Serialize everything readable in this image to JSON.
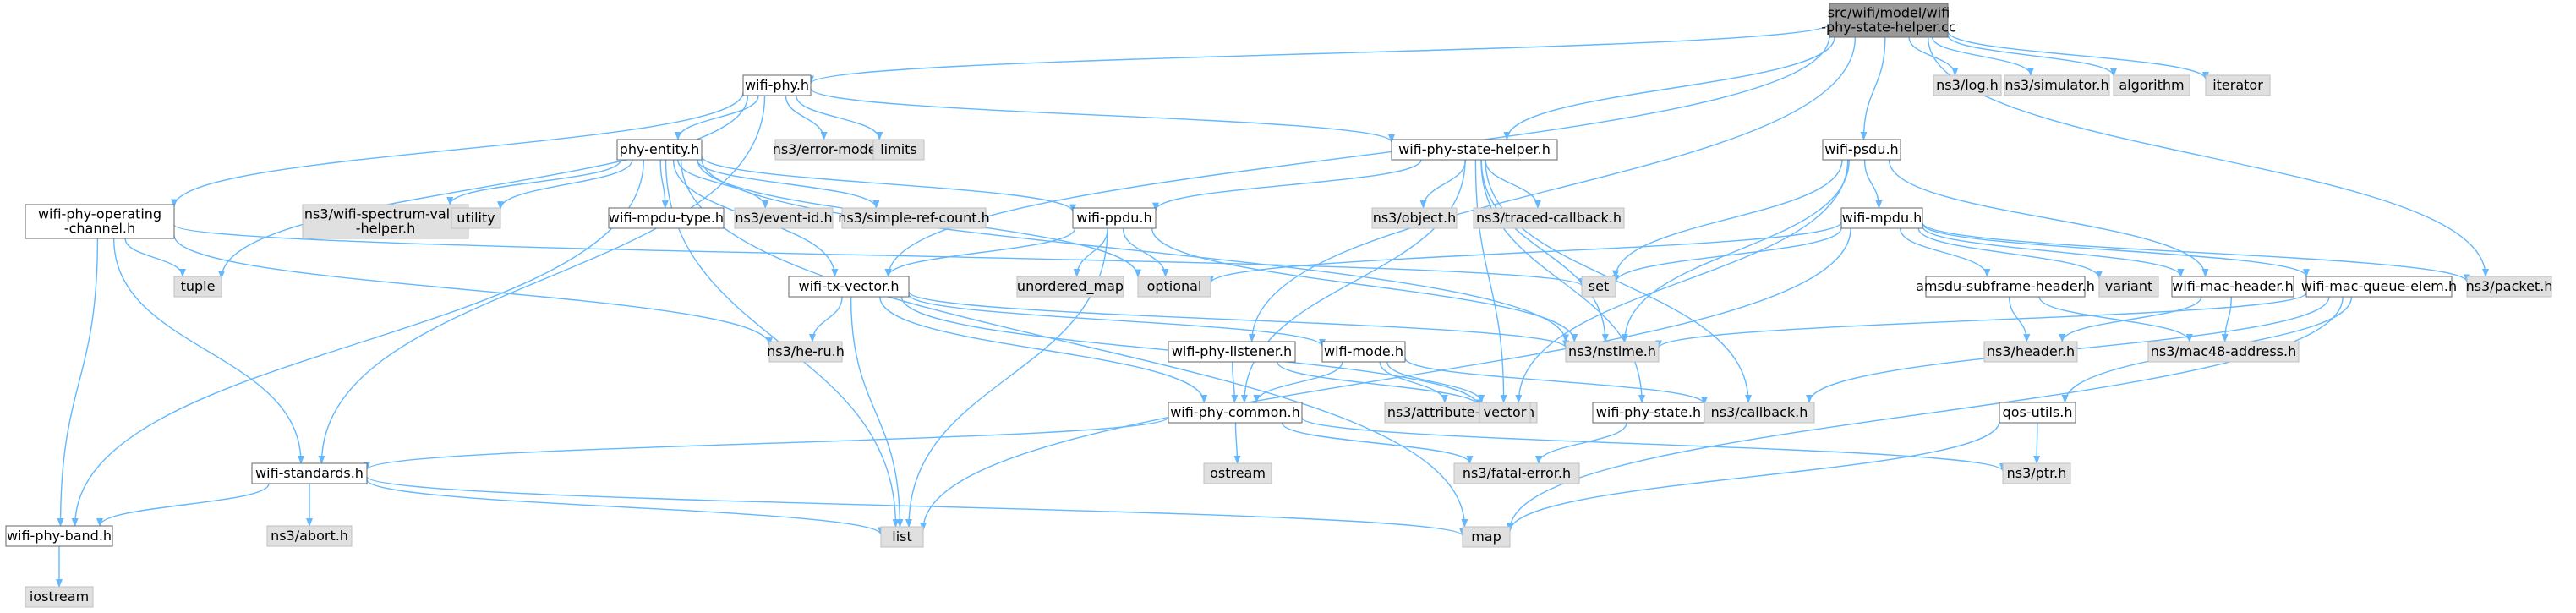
{
  "colors": {
    "root_fill": "#999999",
    "local_fill": "#ffffff",
    "system_fill": "#e0e0e0",
    "border": "#666666",
    "edge": "#63b8ff"
  },
  "nodes": [
    {
      "id": "root",
      "type": "root",
      "lines": [
        "src/wifi/model/wifi",
        "-phy-state-helper.cc"
      ]
    },
    {
      "id": "wifi-phy",
      "type": "local",
      "lines": [
        "wifi-phy.h"
      ]
    },
    {
      "id": "log",
      "type": "system",
      "lines": [
        "ns3/log.h"
      ]
    },
    {
      "id": "simulator",
      "type": "system",
      "lines": [
        "ns3/simulator.h"
      ]
    },
    {
      "id": "algorithm",
      "type": "system",
      "lines": [
        "algorithm"
      ]
    },
    {
      "id": "iterator",
      "type": "system",
      "lines": [
        "iterator"
      ]
    },
    {
      "id": "phy-entity",
      "type": "local",
      "lines": [
        "phy-entity.h"
      ]
    },
    {
      "id": "error-model",
      "type": "system",
      "lines": [
        "ns3/error-model.h"
      ]
    },
    {
      "id": "limits",
      "type": "system",
      "lines": [
        "limits"
      ]
    },
    {
      "id": "wifi-phy-state-helper",
      "type": "local",
      "lines": [
        "wifi-phy-state-helper.h"
      ]
    },
    {
      "id": "wifi-psdu",
      "type": "local",
      "lines": [
        "wifi-psdu.h"
      ]
    },
    {
      "id": "wifi-phy-operating",
      "type": "local",
      "lines": [
        "wifi-phy-operating",
        "-channel.h"
      ]
    },
    {
      "id": "spectrum",
      "type": "system",
      "lines": [
        "ns3/wifi-spectrum-value",
        "-helper.h"
      ]
    },
    {
      "id": "utility",
      "type": "system",
      "lines": [
        "utility"
      ]
    },
    {
      "id": "wifi-mpdu-type",
      "type": "local",
      "lines": [
        "wifi-mpdu-type.h"
      ]
    },
    {
      "id": "event-id",
      "type": "system",
      "lines": [
        "ns3/event-id.h"
      ]
    },
    {
      "id": "simple-ref-count",
      "type": "system",
      "lines": [
        "ns3/simple-ref-count.h"
      ]
    },
    {
      "id": "wifi-ppdu",
      "type": "local",
      "lines": [
        "wifi-ppdu.h"
      ]
    },
    {
      "id": "object",
      "type": "system",
      "lines": [
        "ns3/object.h"
      ]
    },
    {
      "id": "traced-callback",
      "type": "system",
      "lines": [
        "ns3/traced-callback.h"
      ]
    },
    {
      "id": "wifi-mpdu",
      "type": "local",
      "lines": [
        "wifi-mpdu.h"
      ]
    },
    {
      "id": "tuple",
      "type": "system",
      "lines": [
        "tuple"
      ]
    },
    {
      "id": "unordered_map",
      "type": "system",
      "lines": [
        "unordered_map"
      ]
    },
    {
      "id": "optional",
      "type": "system",
      "lines": [
        "optional"
      ]
    },
    {
      "id": "set",
      "type": "system",
      "lines": [
        "set"
      ]
    },
    {
      "id": "amsdu",
      "type": "local",
      "lines": [
        "amsdu-subframe-header.h"
      ]
    },
    {
      "id": "variant",
      "type": "system",
      "lines": [
        "variant"
      ]
    },
    {
      "id": "wifi-mac-header",
      "type": "local",
      "lines": [
        "wifi-mac-header.h"
      ]
    },
    {
      "id": "wifi-mac-queue-elem",
      "type": "local",
      "lines": [
        "wifi-mac-queue-elem.h"
      ]
    },
    {
      "id": "packet",
      "type": "system",
      "lines": [
        "ns3/packet.h"
      ]
    },
    {
      "id": "wifi-tx-vector",
      "type": "local",
      "lines": [
        "wifi-tx-vector.h"
      ]
    },
    {
      "id": "nstime",
      "type": "system",
      "lines": [
        "ns3/nstime.h"
      ]
    },
    {
      "id": "he-ru",
      "type": "system",
      "lines": [
        "ns3/he-ru.h"
      ]
    },
    {
      "id": "wifi-phy-listener",
      "type": "local",
      "lines": [
        "wifi-phy-listener.h"
      ]
    },
    {
      "id": "wifi-mode",
      "type": "local",
      "lines": [
        "wifi-mode.h"
      ]
    },
    {
      "id": "header",
      "type": "system",
      "lines": [
        "ns3/header.h"
      ]
    },
    {
      "id": "mac48",
      "type": "system",
      "lines": [
        "ns3/mac48-address.h"
      ]
    },
    {
      "id": "attribute-helper",
      "type": "system",
      "lines": [
        "ns3/attribute-helper.h"
      ]
    },
    {
      "id": "vector",
      "type": "system",
      "lines": [
        "vector"
      ]
    },
    {
      "id": "wifi-phy-state",
      "type": "local",
      "lines": [
        "wifi-phy-state.h"
      ]
    },
    {
      "id": "callback",
      "type": "system",
      "lines": [
        "ns3/callback.h"
      ]
    },
    {
      "id": "wifi-phy-common",
      "type": "local",
      "lines": [
        "wifi-phy-common.h"
      ]
    },
    {
      "id": "qos-utils",
      "type": "local",
      "lines": [
        "qos-utils.h"
      ]
    },
    {
      "id": "wifi-standards",
      "type": "local",
      "lines": [
        "wifi-standards.h"
      ]
    },
    {
      "id": "ostream",
      "type": "system",
      "lines": [
        "ostream"
      ]
    },
    {
      "id": "fatal-error",
      "type": "system",
      "lines": [
        "ns3/fatal-error.h"
      ]
    },
    {
      "id": "ptr",
      "type": "system",
      "lines": [
        "ns3/ptr.h"
      ]
    },
    {
      "id": "abort",
      "type": "system",
      "lines": [
        "ns3/abort.h"
      ]
    },
    {
      "id": "wifi-phy-band",
      "type": "local",
      "lines": [
        "wifi-phy-band.h"
      ]
    },
    {
      "id": "list",
      "type": "system",
      "lines": [
        "list"
      ]
    },
    {
      "id": "map",
      "type": "system",
      "lines": [
        "map"
      ]
    },
    {
      "id": "iostream",
      "type": "system",
      "lines": [
        "iostream"
      ]
    }
  ],
  "edges": [
    [
      "root",
      "wifi-phy"
    ],
    [
      "root",
      "log"
    ],
    [
      "root",
      "simulator"
    ],
    [
      "root",
      "algorithm"
    ],
    [
      "root",
      "iterator"
    ],
    [
      "root",
      "wifi-phy-state-helper"
    ],
    [
      "root",
      "wifi-psdu"
    ],
    [
      "root",
      "packet"
    ],
    [
      "root",
      "wifi-tx-vector"
    ],
    [
      "root",
      "wifi-phy-listener"
    ],
    [
      "wifi-phy",
      "phy-entity"
    ],
    [
      "wifi-phy",
      "error-model"
    ],
    [
      "wifi-phy",
      "limits"
    ],
    [
      "wifi-phy",
      "wifi-phy-state-helper"
    ],
    [
      "wifi-phy",
      "wifi-phy-operating"
    ],
    [
      "wifi-phy",
      "wifi-standards"
    ],
    [
      "wifi-phy",
      "tuple"
    ],
    [
      "phy-entity",
      "spectrum"
    ],
    [
      "phy-entity",
      "utility"
    ],
    [
      "phy-entity",
      "wifi-mpdu-type"
    ],
    [
      "phy-entity",
      "event-id"
    ],
    [
      "phy-entity",
      "simple-ref-count"
    ],
    [
      "phy-entity",
      "wifi-ppdu"
    ],
    [
      "phy-entity",
      "optional"
    ],
    [
      "phy-entity",
      "wifi-tx-vector"
    ],
    [
      "phy-entity",
      "list"
    ],
    [
      "phy-entity",
      "map"
    ],
    [
      "phy-entity",
      "wifi-phy-band"
    ],
    [
      "phy-entity",
      "nstime"
    ],
    [
      "wifi-phy-state-helper",
      "object"
    ],
    [
      "wifi-phy-state-helper",
      "traced-callback"
    ],
    [
      "wifi-phy-state-helper",
      "wifi-ppdu"
    ],
    [
      "wifi-phy-state-helper",
      "nstime"
    ],
    [
      "wifi-phy-state-helper",
      "vector"
    ],
    [
      "wifi-phy-state-helper",
      "callback"
    ],
    [
      "wifi-phy-state-helper",
      "wifi-phy-state"
    ],
    [
      "wifi-phy-state-helper",
      "wifi-phy-common"
    ],
    [
      "wifi-psdu",
      "wifi-mpdu"
    ],
    [
      "wifi-psdu",
      "set"
    ],
    [
      "wifi-psdu",
      "nstime"
    ],
    [
      "wifi-psdu",
      "vector"
    ],
    [
      "wifi-psdu",
      "wifi-mac-header"
    ],
    [
      "wifi-phy-operating",
      "tuple"
    ],
    [
      "wifi-phy-operating",
      "set"
    ],
    [
      "wifi-phy-operating",
      "he-ru"
    ],
    [
      "wifi-phy-operating",
      "wifi-standards"
    ],
    [
      "wifi-phy-operating",
      "wifi-phy-band"
    ],
    [
      "wifi-ppdu",
      "unordered_map"
    ],
    [
      "wifi-ppdu",
      "optional"
    ],
    [
      "wifi-ppdu",
      "wifi-tx-vector"
    ],
    [
      "wifi-ppdu",
      "nstime"
    ],
    [
      "wifi-ppdu",
      "list"
    ],
    [
      "wifi-mpdu",
      "amsdu"
    ],
    [
      "wifi-mpdu",
      "variant"
    ],
    [
      "wifi-mpdu",
      "wifi-mac-header"
    ],
    [
      "wifi-mpdu",
      "wifi-mac-queue-elem"
    ],
    [
      "wifi-mpdu",
      "set"
    ],
    [
      "wifi-mpdu",
      "packet"
    ],
    [
      "wifi-mpdu",
      "list"
    ],
    [
      "wifi-mpdu",
      "optional"
    ],
    [
      "amsdu",
      "header"
    ],
    [
      "amsdu",
      "mac48"
    ],
    [
      "wifi-mac-header",
      "header"
    ],
    [
      "wifi-mac-header",
      "mac48"
    ],
    [
      "wifi-mac-queue-elem",
      "nstime"
    ],
    [
      "wifi-mac-queue-elem",
      "callback"
    ],
    [
      "wifi-mac-queue-elem",
      "qos-utils"
    ],
    [
      "wifi-mac-queue-elem",
      "map"
    ],
    [
      "wifi-tx-vector",
      "he-ru"
    ],
    [
      "wifi-tx-vector",
      "wifi-mode"
    ],
    [
      "wifi-tx-vector",
      "wifi-phy-common"
    ],
    [
      "wifi-tx-vector",
      "list"
    ],
    [
      "wifi-tx-vector",
      "nstime"
    ],
    [
      "wifi-tx-vector",
      "vector"
    ],
    [
      "wifi-phy-listener",
      "wifi-phy-common"
    ],
    [
      "wifi-phy-listener",
      "vector"
    ],
    [
      "wifi-mode",
      "wifi-phy-common"
    ],
    [
      "wifi-mode",
      "attribute-helper"
    ],
    [
      "wifi-mode",
      "vector"
    ],
    [
      "wifi-mode",
      "callback"
    ],
    [
      "wifi-phy-state",
      "fatal-error"
    ],
    [
      "wifi-phy-common",
      "wifi-standards"
    ],
    [
      "wifi-phy-common",
      "ostream"
    ],
    [
      "wifi-phy-common",
      "fatal-error"
    ],
    [
      "wifi-phy-common",
      "ptr"
    ],
    [
      "qos-utils",
      "ptr"
    ],
    [
      "qos-utils",
      "map"
    ],
    [
      "wifi-standards",
      "abort"
    ],
    [
      "wifi-standards",
      "wifi-phy-band"
    ],
    [
      "wifi-standards",
      "list"
    ],
    [
      "wifi-standards",
      "map"
    ],
    [
      "wifi-phy-band",
      "iostream"
    ]
  ]
}
